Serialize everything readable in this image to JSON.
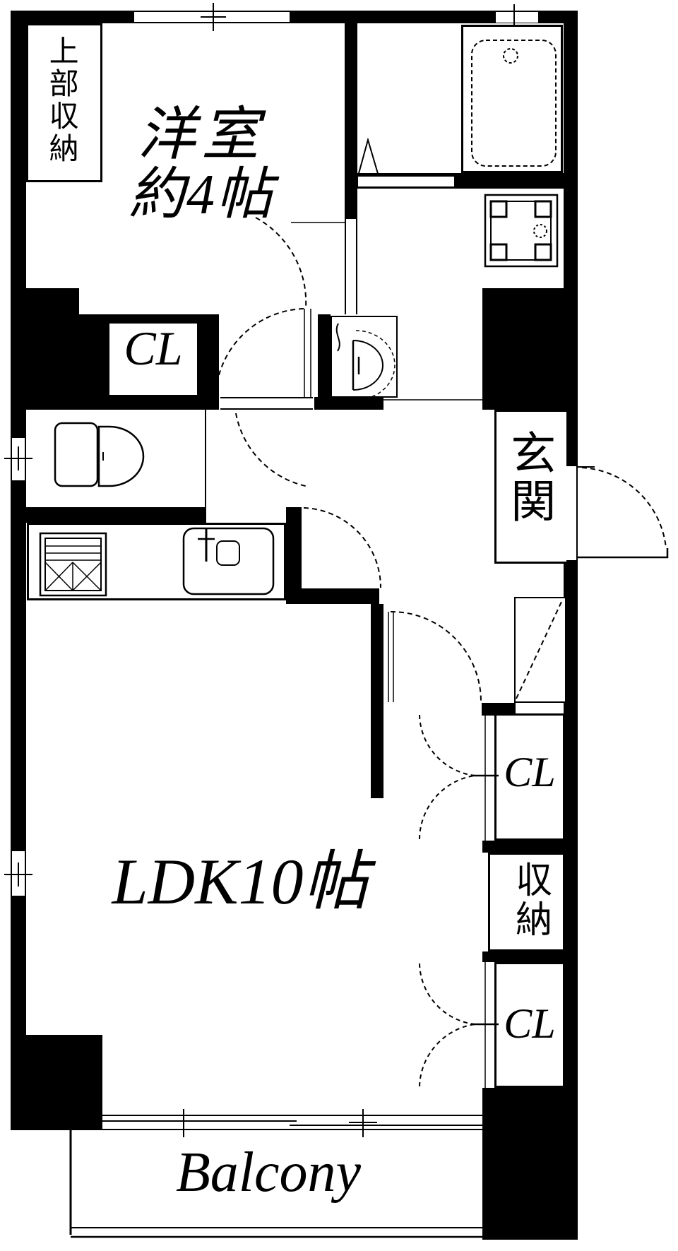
{
  "floor_plan": {
    "type": "apartment-floor-plan",
    "rooms": {
      "upper_storage": {
        "label": "上部収納"
      },
      "western_room": {
        "label": "洋室",
        "size": "約4帖"
      },
      "closet_hall": {
        "label": "CL"
      },
      "entrance": {
        "label": "玄関"
      },
      "ldk": {
        "label": "LDK10帖"
      },
      "closet_upper": {
        "label": "CL"
      },
      "storage": {
        "label": "収納"
      },
      "closet_lower": {
        "label": "CL"
      },
      "balcony": {
        "label": "Balcony"
      }
    },
    "fixtures": [
      "bathtub",
      "washing-machine-pan",
      "toilet",
      "washbasin",
      "kitchen-sink",
      "stove",
      "entrance-door",
      "sliding-windows",
      "door-swing-arcs"
    ],
    "colors": {
      "wall": "#000000",
      "floor": "#ffffff",
      "line": "#000000"
    }
  }
}
